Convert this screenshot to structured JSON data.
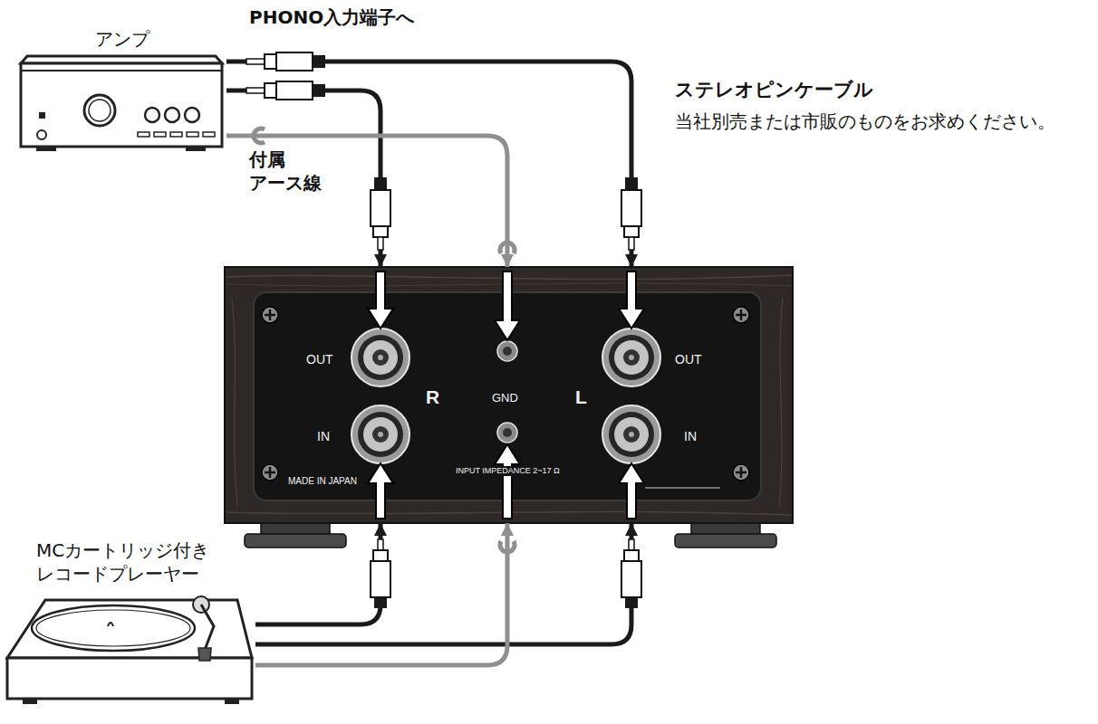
{
  "diagram": {
    "nodes": [
      {
        "text": [
          "アンプ"
        ]
      },
      {
        "text": [
          "OUT",
          "OUT",
          "R",
          "GND",
          "L",
          "IN",
          "IN",
          "MADE IN JAPAN",
          "INPUT IMPEDANCE 2~17 Ω"
        ]
      },
      {
        "text": [
          "MCカートリッジ付き レコードプレーヤー"
        ]
      }
    ],
    "edges": [
      {
        "from": 0,
        "to": 1,
        "arrow": "to"
      },
      {
        "from": 0,
        "to": 1,
        "arrow": "to"
      },
      {
        "from": 0,
        "to": 1,
        "arrow": "to"
      },
      {
        "from": 2,
        "to": 1,
        "arrow": "to"
      },
      {
        "from": 2,
        "to": 1,
        "arrow": "to"
      },
      {
        "from": 2,
        "to": 1,
        "arrow": "to"
      }
    ],
    "labels": [
      "PHONO入力端子へ",
      "付属 アース線",
      "ステレオピンケーブル",
      "当社別売または市販のものをお求めください。"
    ]
  }
}
